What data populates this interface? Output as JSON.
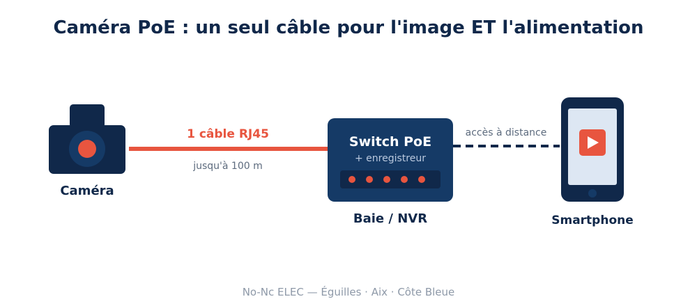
{
  "title": "Caméra PoE : un seul câble pour l'image ET l'alimentation",
  "camera": {
    "label": "Caméra"
  },
  "cable": {
    "label": "1 câble RJ45",
    "sublabel": "jusqu'à 100 m"
  },
  "switch": {
    "title": "Switch PoE",
    "subtitle": "+ enregistreur",
    "label": "Baie / NVR",
    "port_count": 5
  },
  "remote": {
    "label": "accès à distance"
  },
  "phone": {
    "label": "Smartphone",
    "play_icon": "play-icon"
  },
  "footer": "No-Nc ELEC — Éguilles · Aix · Côte Bleue",
  "colors": {
    "navy": "#10284a",
    "navy_mid": "#153a66",
    "accent": "#e8553f",
    "screen": "#dde7f3",
    "muted": "#5d6b7e",
    "footer": "#8e99a8"
  }
}
